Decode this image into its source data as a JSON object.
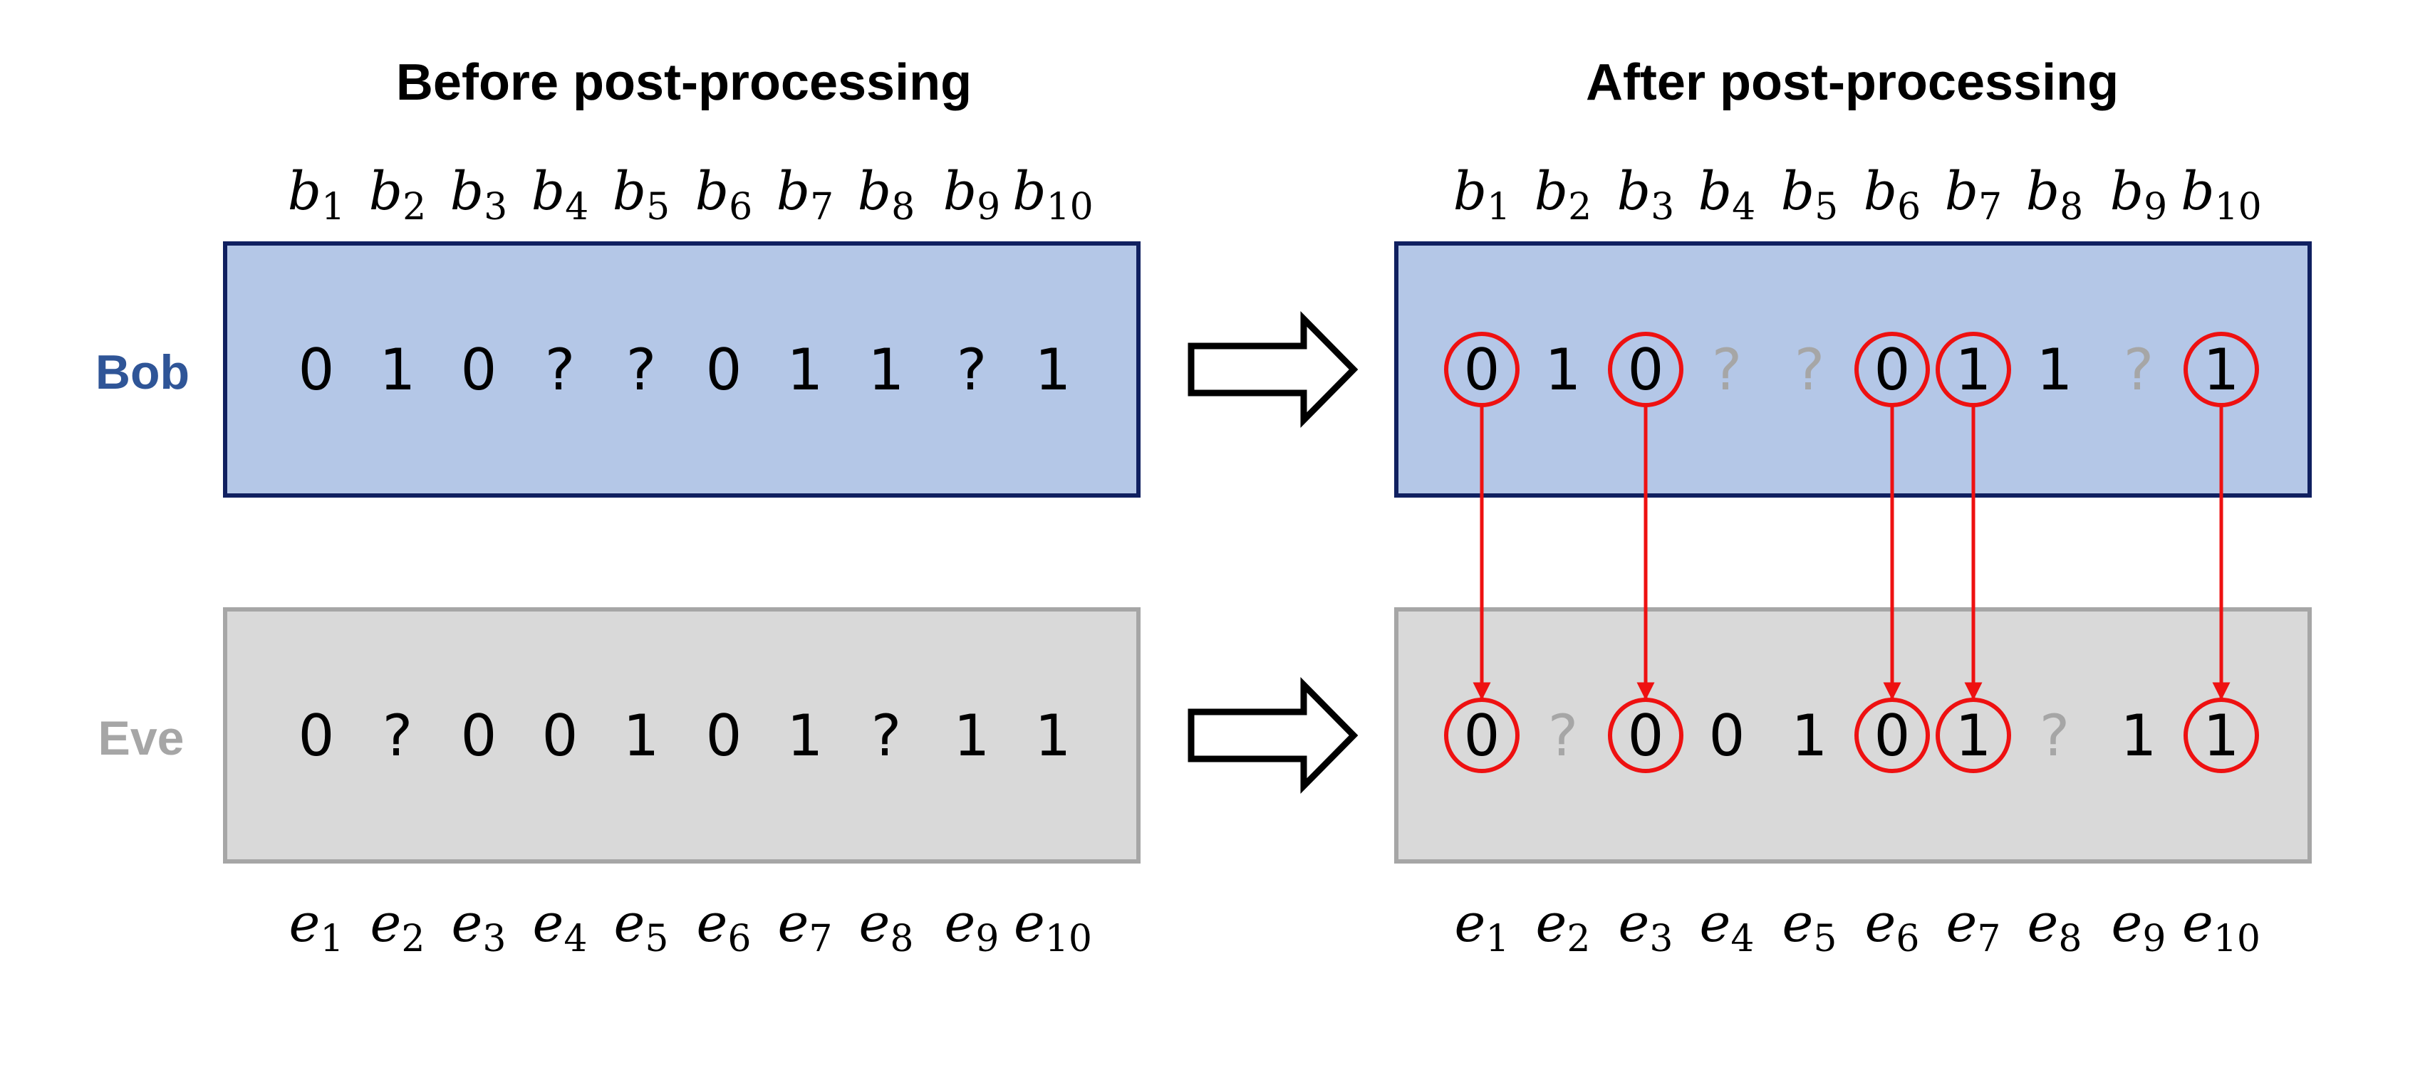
{
  "titles": {
    "before": "Before post-processing",
    "after": "After post-processing"
  },
  "rows": {
    "bob": {
      "label": "Bob",
      "index_letter": "b",
      "before_bits": [
        "0",
        "1",
        "0",
        "?",
        "?",
        "0",
        "1",
        "1",
        "?",
        "1"
      ],
      "after_bits": [
        "0",
        "1",
        "0",
        "?",
        "?",
        "0",
        "1",
        "1",
        "?",
        "1"
      ]
    },
    "eve": {
      "label": "Eve",
      "index_letter": "e",
      "before_bits": [
        "0",
        "?",
        "0",
        "0",
        "1",
        "0",
        "1",
        "?",
        "1",
        "1"
      ],
      "after_bits": [
        "0",
        "?",
        "0",
        "0",
        "1",
        "0",
        "1",
        "?",
        "1",
        "1"
      ]
    }
  },
  "index_subscripts": [
    "1",
    "2",
    "3",
    "4",
    "5",
    "6",
    "7",
    "8",
    "9",
    "10"
  ],
  "after": {
    "faded_positions_bob": [
      4,
      5,
      9
    ],
    "faded_positions_eve": [
      2,
      8
    ],
    "matched_positions": [
      1,
      3,
      6,
      7,
      10
    ]
  },
  "colors": {
    "bob_fill": "#b4c7e7",
    "bob_border": "#102060",
    "bob_label": "#2f5597",
    "eve_fill": "#d9d9d9",
    "eve_border": "#a6a6a6",
    "eve_label": "#a6a6a6",
    "match_red": "#ee1111",
    "faded_text": "#a6a6a6",
    "text": "#000000"
  }
}
